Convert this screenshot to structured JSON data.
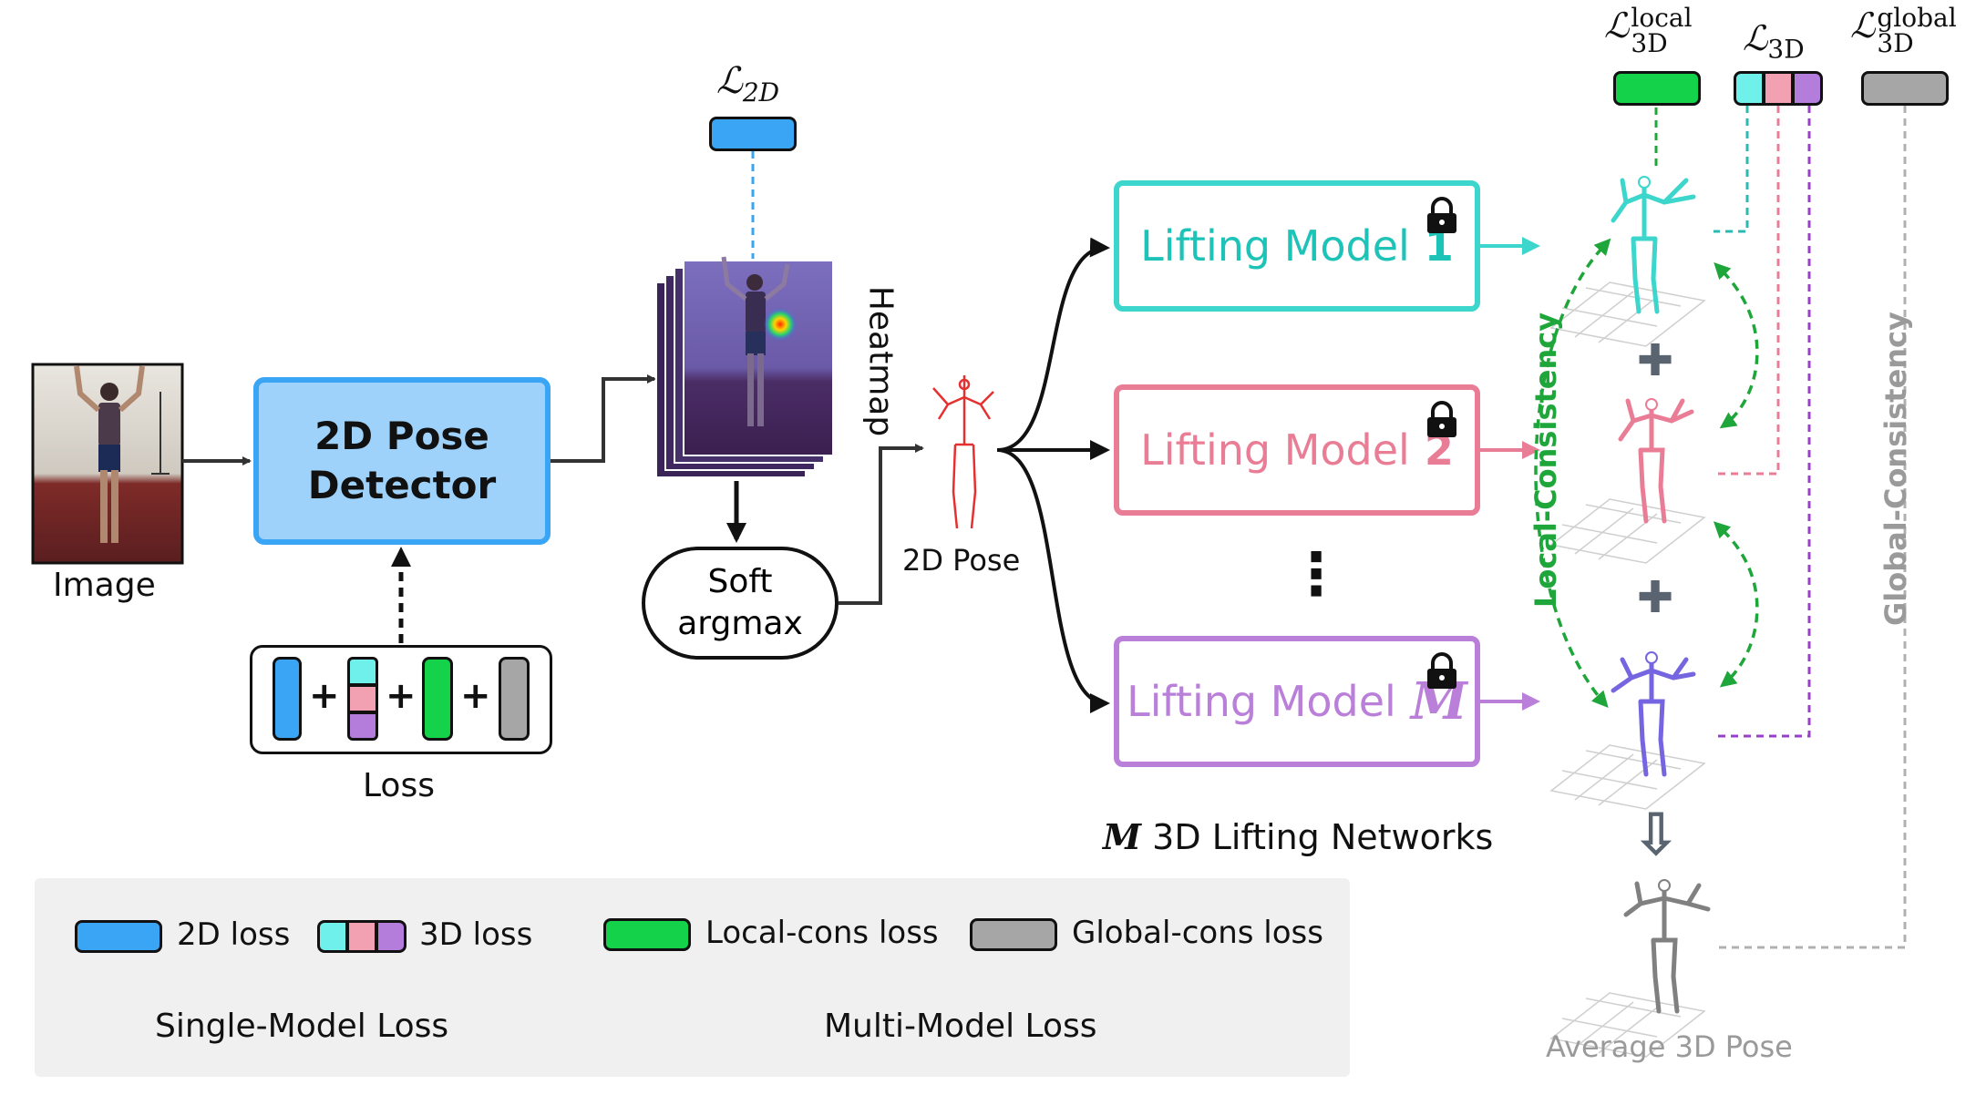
{
  "image_label": "Image",
  "detector": {
    "line1": "2D Pose",
    "line2": "Detector"
  },
  "heatmap_label": "Heatmap",
  "l2d": {
    "base": "ℒ",
    "sub": "2D"
  },
  "softargmax": {
    "line1": "Soft",
    "line2": "argmax"
  },
  "pose2d_label": "2D Pose",
  "loss_label": "Loss",
  "loss_plus": "+",
  "lifting": [
    {
      "name": "Lifting Model",
      "index": "1",
      "color": "#3dd6cc"
    },
    {
      "name": "Lifting Model",
      "index": "2",
      "color": "#ea7d96"
    },
    {
      "name": "Lifting Model",
      "index": "M",
      "color": "#b97fd9"
    }
  ],
  "lifting_caption": {
    "m": "M",
    "text": "3D Lifting Networks"
  },
  "ellipsis": "⋮",
  "plus_sign": "✚",
  "down_arrow": "⇩",
  "loss_heads": {
    "local": {
      "base": "ℒ",
      "sup": "local",
      "sub": "3D"
    },
    "l3d": {
      "base": "ℒ",
      "sub": "3D"
    },
    "global": {
      "base": "ℒ",
      "sup": "global",
      "sub": "3D"
    }
  },
  "local_consistency": "Local-Consistency",
  "global_consistency": "Global-Consistency",
  "average_label": "Average 3D Pose",
  "legend": {
    "loss2d": "2D loss",
    "loss3d": "3D loss",
    "local": "Local-cons loss",
    "global": "Global-cons loss",
    "single": "Single-Model Loss",
    "multi": "Multi-Model Loss"
  },
  "colors": {
    "loss2d": "#3aa5f5",
    "cyan": "#6ff0ea",
    "pink": "#f2a1b3",
    "purple": "#b57ddb",
    "local": "#14d24a",
    "global": "#a6a6a6",
    "detector_fill": "#9ed2fb",
    "detector_border": "#3aa5f5",
    "local_text": "#1fa63a",
    "global_text": "#9a9a9a"
  },
  "icons": [
    "lock-icon",
    "plus-icon",
    "down-arrow-icon"
  ]
}
